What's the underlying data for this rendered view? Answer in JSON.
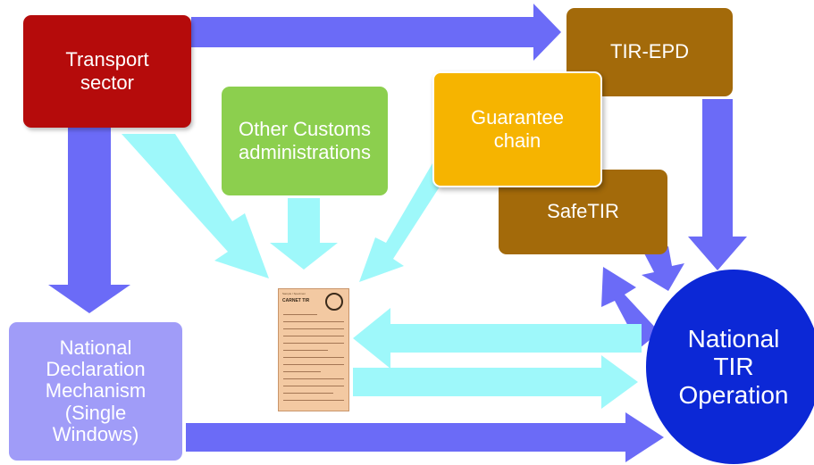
{
  "diagram": {
    "nodes": {
      "transport_sector": "Transport\nsector",
      "other_customs": "Other Customs\nadministrations",
      "tir_epd": "TIR-EPD",
      "guarantee_chain": "Guarantee\nchain",
      "safetir": "SafeTIR",
      "national_declaration": "National\nDeclaration\nMechanism\n(Single\nWindows)",
      "national_tir_operation": "National\nTIR\nOperation"
    },
    "carnet": {
      "header": "Sample / Specimen",
      "title": "CARNET TIR"
    },
    "edges": [
      {
        "from": "transport_sector",
        "to": "tir_epd"
      },
      {
        "from": "transport_sector",
        "to": "national_declaration"
      },
      {
        "from": "transport_sector",
        "to": "carnet"
      },
      {
        "from": "other_customs",
        "to": "carnet"
      },
      {
        "from": "guarantee_chain",
        "to": "carnet"
      },
      {
        "from": "tir_epd",
        "to": "national_tir_operation"
      },
      {
        "from": "safetir",
        "to": "national_tir_operation"
      },
      {
        "from": "national_tir_operation",
        "to": "safetir"
      },
      {
        "from": "national_tir_operation",
        "to": "carnet"
      },
      {
        "from": "carnet",
        "to": "national_tir_operation"
      },
      {
        "from": "national_declaration",
        "to": "national_tir_operation"
      }
    ],
    "colors": {
      "transport": "#b50b0b",
      "customs": "#8ccf4e",
      "brown": "#a36a0a",
      "guarantee": "#f6b400",
      "declaration": "#a09cf8",
      "operation": "#0c28d6",
      "arrow_blue": "#6b6bf7",
      "arrow_cyan": "#9ef8fa",
      "carnet": "#f3c9a2"
    }
  }
}
